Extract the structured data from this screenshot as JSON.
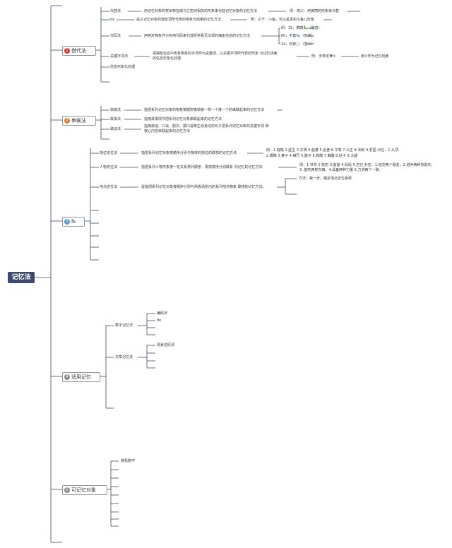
{
  "root": "记忆法",
  "colors": {
    "root_bg": "#3d4a6d",
    "line": "#3d4a6d",
    "b1": "#d9342b",
    "b2": "#e07b27",
    "b3": "#4a9fd8",
    "b4": "#8a8a8a",
    "b5": "#8a8a8a"
  },
  "branches": [
    {
      "num": "1",
      "label": "借代法"
    },
    {
      "num": "2",
      "label": "串联法"
    },
    {
      "num": "3",
      "label": "fk"
    },
    {
      "num": "4",
      "label": "适用记忆"
    },
    {
      "num": "5",
      "label": "可记忆对象"
    }
  ],
  "b1": {
    "items": [
      {
        "label": "代替法",
        "desc": "用记忆对象的突出特征或与之密切相关的形象来代替记忆对象的记忆方法",
        "ex": "例：高兴：用美丽的形象来代替"
      },
      {
        "label": "dx",
        "desc": "是以记忆对象的谐音词所代表的物象为线索的记忆方法",
        "ex": "例：小于：小鱼，可以是发的小鱼儿形象"
      },
      {
        "label": "代码法",
        "desc": "用特定物象作为专用代码来代替经常看见出现的抽象信息的记忆方法",
        "ex": [
          "例：15，鹦鹉🦜（谐音）",
          "00，手套🧤（形状）",
          "24，时钟🕒（意义）"
        ]
      },
      {
        "label": "关键字词法",
        "desc": [
          "把抽象信息中含有物象的字词作为关键词，以关键字词所代表的形象 为记忆线索",
          "的信息形象化处理"
        ],
        "ex": "例：手表定律①",
        "ex2": "用①作为记忆线索"
      },
      {
        "label": "信息形象化处理"
      }
    ]
  },
  "b2": {
    "items": [
      {
        "label": "锁链法",
        "desc": "指把系列记忆对象的物象按顺序像锁链一样一个接一个的串联起来的记忆方法"
      },
      {
        "label": "故事法",
        "desc": "指用故事情节把系列记忆对象串联起来的记忆方法"
      },
      {
        "label": "歌诀法",
        "desc": [
          "指用歌谣、口诀、韵文、顺口溜等生动易记的句子把系列记忆对象的关键字词 和",
          "核心内容串联起来的记忆方法"
        ]
      }
    ]
  },
  "b3": {
    "items": [
      {
        "label": "部位定位法",
        "desc": "指把系列记忆对象按顺序分别与物体的部位的联想的记忆方法",
        "ex": [
          "例：1.窗檐 2.屋主 3.文明 4.船蓬 5.后舍 6.平等 7.公正 8.法制 9.爱国 对位：1.头顶",
          "2.眼睛 3.鼻子 4.嘴巴 5.脖子 6.肩膀 7.胸膛 8.肚子 9.大腿"
        ]
      },
      {
        "label": "人物定位法",
        "desc": "指把系列人物形象按一定关系排列顺序，再按顺序分别联系 列记忆的记忆方法",
        "ex": [
          "例：1.爷爷 2.奶奶 3.爸爸 4.妈妈 5.自己 对应：1.结交两个朋友。2.培养两种协助天。",
          "3. 能吃两样东西。4.具备两种力量 5.力求两个一致。"
        ]
      },
      {
        "label": "地点定位法",
        "desc": "是指把系列记忆对象按顺序分别与熟悉场所内的系列地点物象 联络的记忆方法。",
        "ex": "方法：第一步，确定地点定位系统"
      }
    ]
  },
  "b4": {
    "groups": [
      {
        "label": "数字记忆法",
        "items": [
          "编码法",
          "dx"
        ]
      },
      {
        "label": "文章记忆法",
        "items": [
          "情景还原法"
        ]
      }
    ]
  },
  "b5": {
    "items": [
      "随机数字"
    ]
  }
}
